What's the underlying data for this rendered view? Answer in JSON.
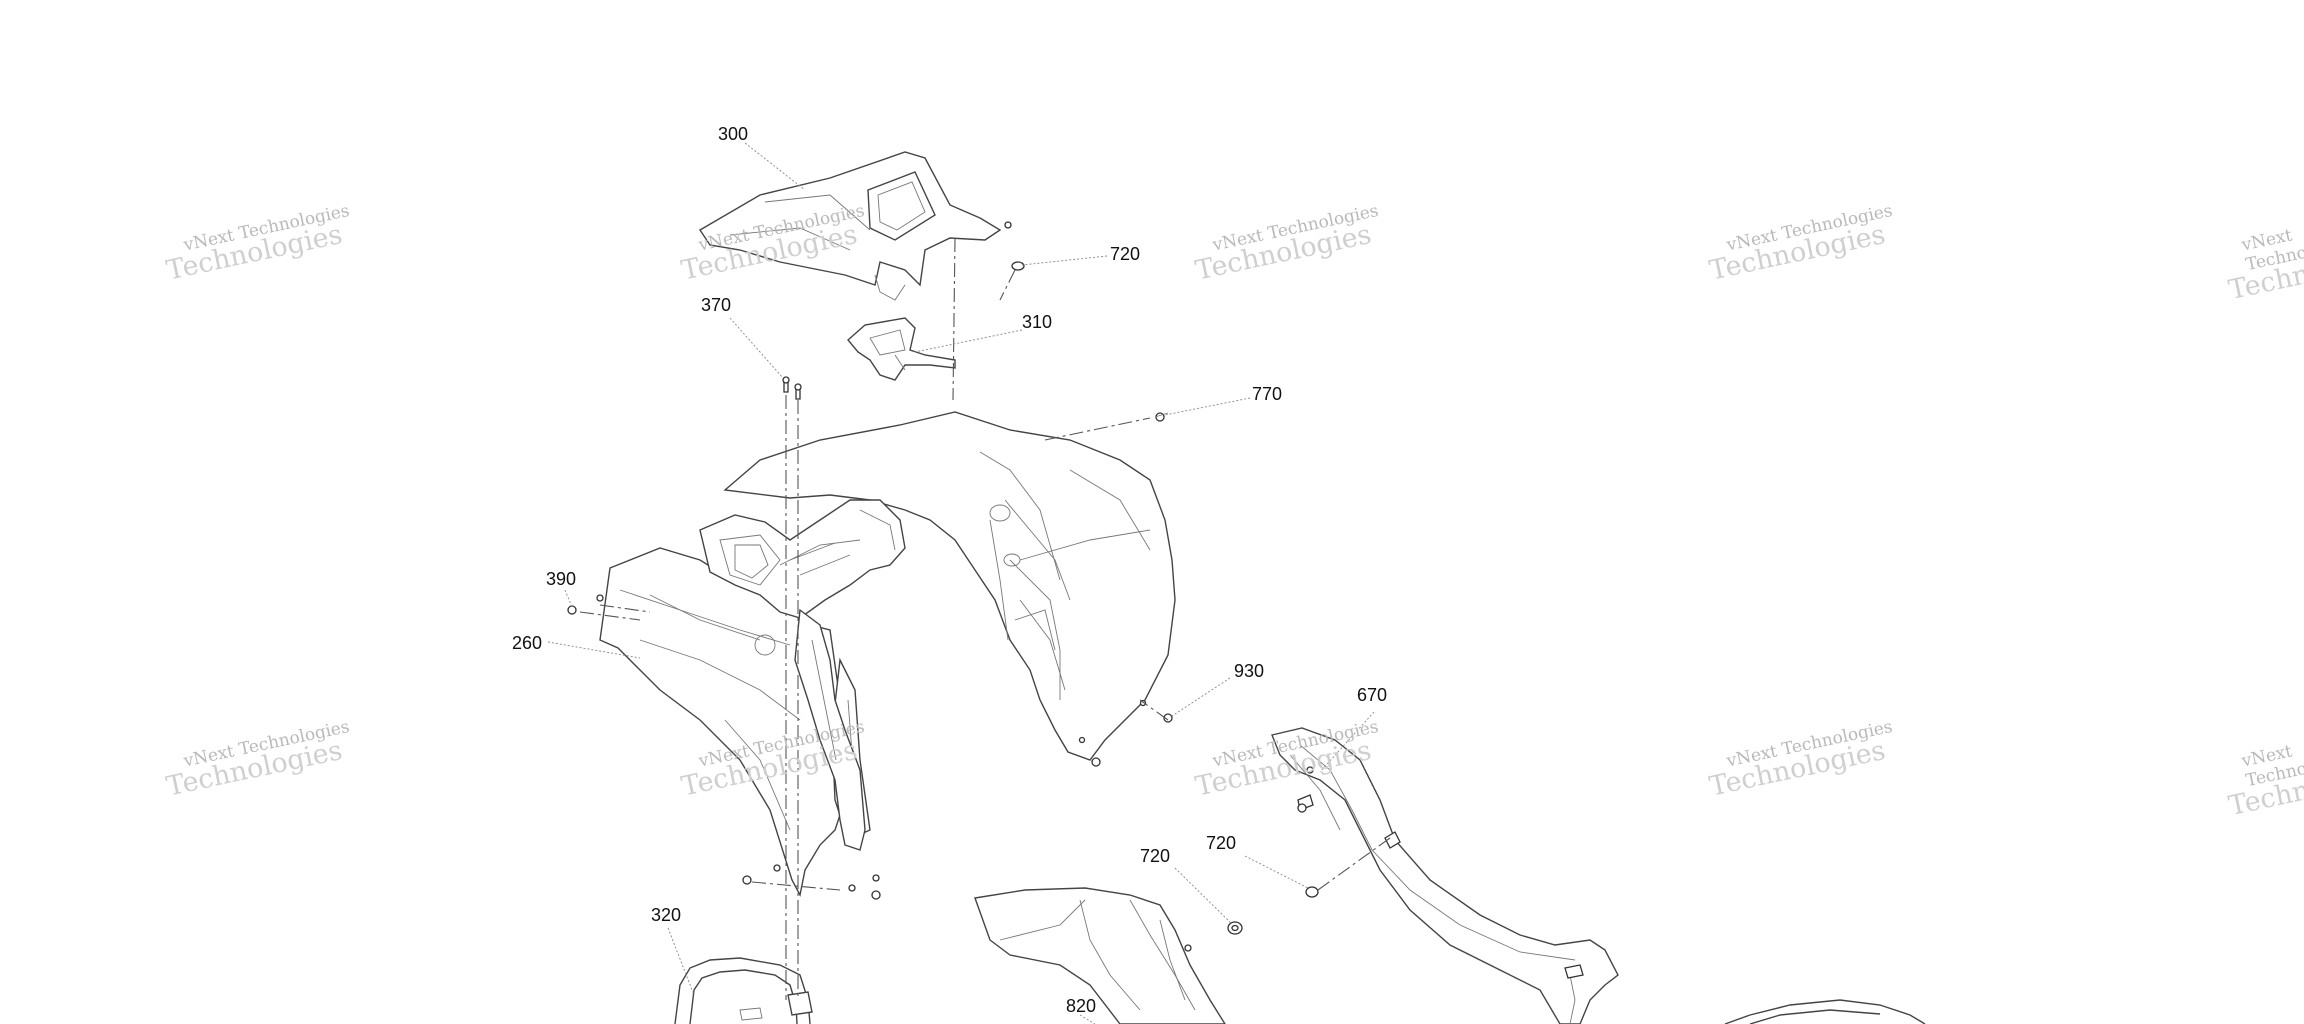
{
  "watermark": {
    "line1": "vNext Technologies",
    "line2": "Technologies"
  },
  "callouts": [
    {
      "id": "300",
      "text": "300"
    },
    {
      "id": "720a",
      "text": "720"
    },
    {
      "id": "370",
      "text": "370"
    },
    {
      "id": "310",
      "text": "310"
    },
    {
      "id": "770",
      "text": "770"
    },
    {
      "id": "390",
      "text": "390"
    },
    {
      "id": "260",
      "text": "260"
    },
    {
      "id": "930",
      "text": "930"
    },
    {
      "id": "670",
      "text": "670"
    },
    {
      "id": "720b",
      "text": "720"
    },
    {
      "id": "720c",
      "text": "720"
    },
    {
      "id": "320",
      "text": "320"
    },
    {
      "id": "820",
      "text": "820"
    }
  ]
}
